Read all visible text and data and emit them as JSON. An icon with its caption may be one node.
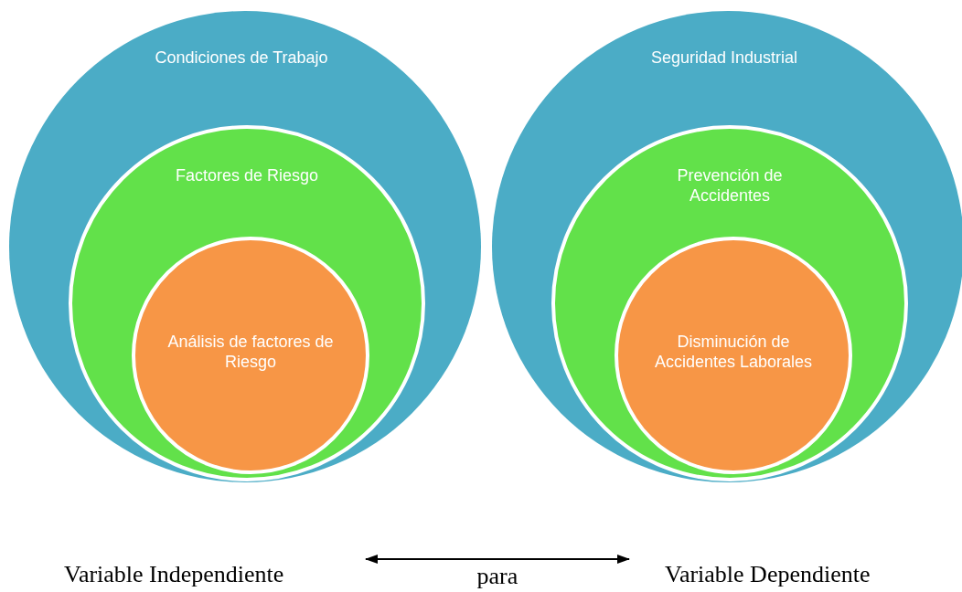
{
  "diagram": {
    "nodes": [
      {
        "text": [
          "Condiciones de Trabajo"
        ]
      },
      {
        "text": [
          "Factores de Riesgo"
        ],
        "in": 0
      },
      {
        "text": [
          "Análisis de factores de Riesgo"
        ],
        "in": 1
      },
      {
        "text": [
          "Seguridad Industrial"
        ]
      },
      {
        "text": [
          "Prevención de Accidentes"
        ],
        "in": 3
      },
      {
        "text": [
          "Disminución de Accidentes Laborales"
        ],
        "in": 4
      },
      {
        "text": [
          "Variable Independiente"
        ]
      },
      {
        "text": [
          "Variable Dependiente"
        ]
      }
    ],
    "edges": [
      {
        "from": 6,
        "to": 7,
        "arrow": "both",
        "label": "para"
      }
    ]
  }
}
